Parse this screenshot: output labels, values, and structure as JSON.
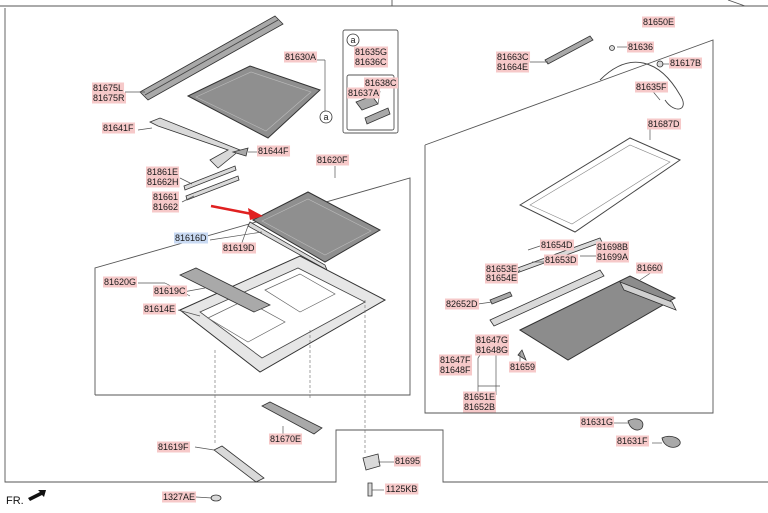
{
  "labels": {
    "81630A": "81630A",
    "81675L": "81675L",
    "81675R": "81675R",
    "81641F": "81641F",
    "81644F": "81644F",
    "81861E": "81861E",
    "81662H": "81662H",
    "81661": "81661",
    "81662": "81662",
    "81620F": "81620F",
    "81616D": "81616D",
    "81619D": "81619D",
    "81620G": "81620G",
    "81619C": "81619C",
    "81614E": "81614E",
    "81670E": "81670E",
    "81619F": "81619F",
    "1327AE": "1327AE",
    "81635G": "81635G",
    "81636C": "81636C",
    "81638C": "81638C",
    "81637A": "81637A",
    "81650E": "81650E",
    "81663C": "81663C",
    "81664E": "81664E",
    "81636": "81636",
    "81617B": "81617B",
    "81635F": "81635F",
    "81687D": "81687D",
    "81654D": "81654D",
    "81698B": "81698B",
    "81699A": "81699A",
    "81653D": "81653D",
    "81653E": "81653E",
    "81654E": "81654E",
    "81660": "81660",
    "82652D": "82652D",
    "81647G": "81647G",
    "81648G": "81648G",
    "81647F": "81647F",
    "81648F": "81648F",
    "81659": "81659",
    "81651E": "81651E",
    "81652B": "81652B",
    "81631G": "81631G",
    "81631F": "81631F",
    "81695": "81695",
    "1125KB": "1125KB"
  },
  "callouts": {
    "a_main": "a",
    "a_box": "a"
  },
  "orientation": {
    "label": "FR."
  },
  "colors": {
    "label_highlight": "#f6c9c9",
    "label_highlight_selected": "#c9daf3",
    "pointer_arrow": "#e02020"
  },
  "icons": {
    "pointer": "red-arrow-icon",
    "front_direction": "front-direction-arrow-icon"
  }
}
